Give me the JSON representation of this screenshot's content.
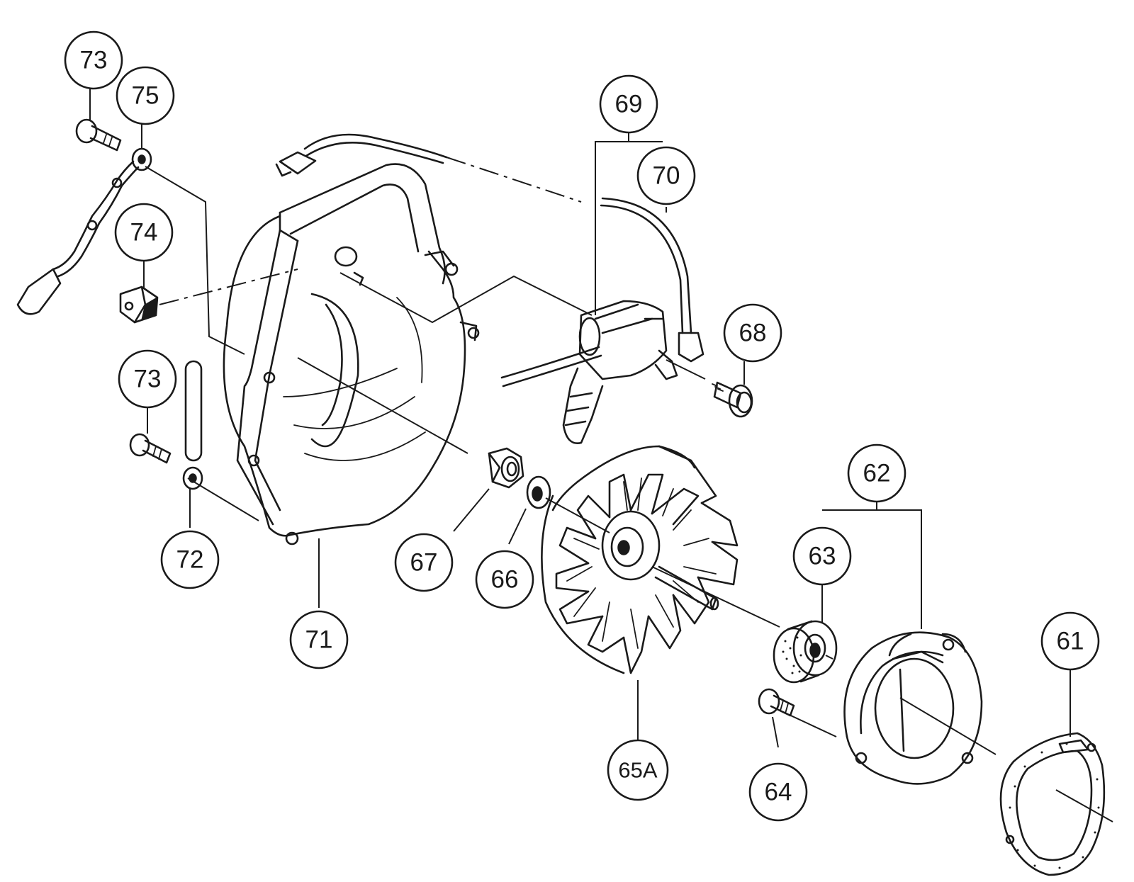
{
  "callouts": {
    "c61": "61",
    "c62": "62",
    "c63": "63",
    "c64": "64",
    "c65a": "65A",
    "c66": "66",
    "c67": "67",
    "c68": "68",
    "c69": "69",
    "c70": "70",
    "c71": "71",
    "c72": "72",
    "c73a": "73",
    "c73b": "73",
    "c74": "74",
    "c75": "75"
  },
  "colors": {
    "ink": "#1a1a1a",
    "paper": "#ffffff"
  }
}
